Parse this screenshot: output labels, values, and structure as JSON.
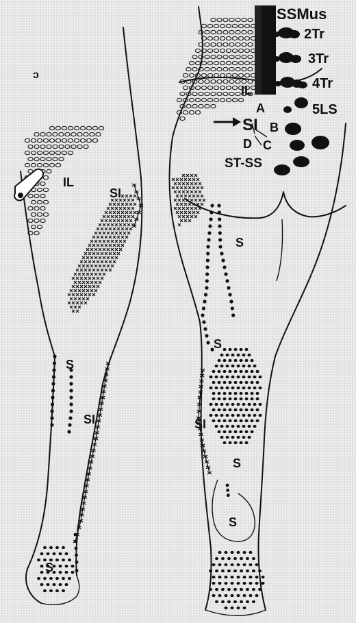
{
  "labels": {
    "ssmus": "SSMus",
    "tr2": "2Tr",
    "tr3": "3Tr",
    "tr4": "4Tr",
    "ls5": "5LS",
    "il_back": "IL",
    "a": "A",
    "si_arrow": "SI",
    "b": "B",
    "c": "C",
    "d": "D",
    "st_ss": "ST-SS",
    "il_front": "IL",
    "si_front_thigh": "SI",
    "s_front_knee": "S",
    "si_front_shin": "SI",
    "s_front_foot": "S",
    "s_back_thigh": "S",
    "s_back_knee": "S",
    "si_back_calf": "SI",
    "s_back_ankle": "S",
    "s_back_heel": "S",
    "corner_mark": "ɔ"
  }
}
